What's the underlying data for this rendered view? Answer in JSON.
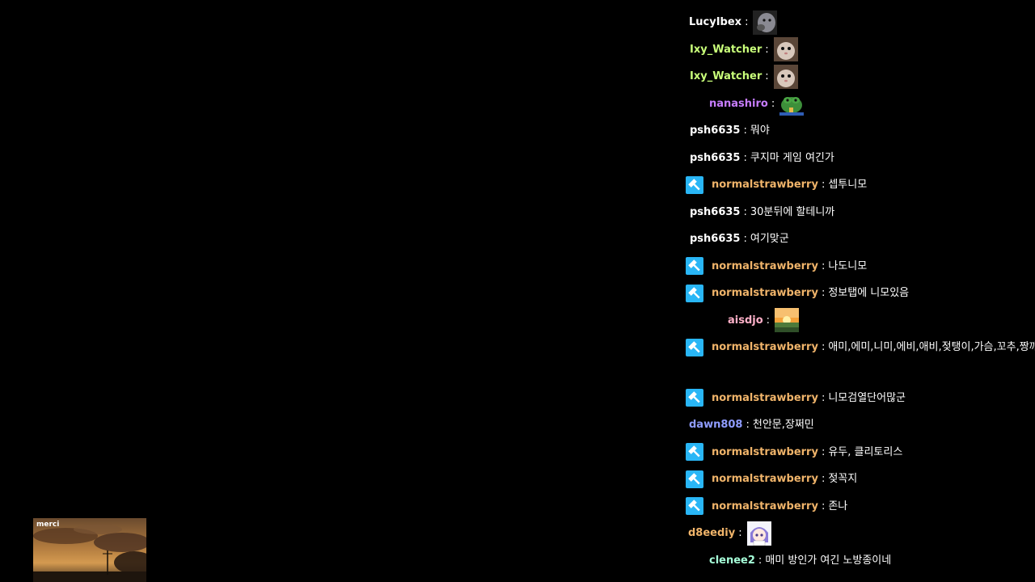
{
  "colors": {
    "background": "#000000",
    "mod_name": "#f0b46a",
    "mod_badge": "#29b6f6"
  },
  "chat": {
    "separator": ":",
    "messages": [
      {
        "user": "LucyIbex",
        "color": "#ffffff",
        "indent": 6,
        "badge": false,
        "text": "",
        "emote": "otter-emote"
      },
      {
        "user": "Ixy_Watcher",
        "color": "#c9ff7a",
        "indent": 7,
        "badge": false,
        "text": "",
        "emote": "hamster-emote"
      },
      {
        "user": "Ixy_Watcher",
        "color": "#c9ff7a",
        "indent": 7,
        "badge": false,
        "text": "",
        "emote": "hamster-emote"
      },
      {
        "user": "nanashiro",
        "color": "#c77dff",
        "indent": 31,
        "badge": false,
        "text": "",
        "emote": "frog-emote"
      },
      {
        "user": "psh6635",
        "color": "#ffffff",
        "indent": 7,
        "badge": false,
        "text": "뭐야"
      },
      {
        "user": "psh6635",
        "color": "#ffffff",
        "indent": 7,
        "badge": false,
        "text": "쿠지마 게임 여긴가"
      },
      {
        "user": "normalstrawberry",
        "color": "#f0b46a",
        "indent": 0,
        "badge": true,
        "text": "셉투니모"
      },
      {
        "user": "psh6635",
        "color": "#ffffff",
        "indent": 7,
        "badge": false,
        "text": "30분뒤에 할테니까"
      },
      {
        "user": "psh6635",
        "color": "#ffffff",
        "indent": 7,
        "badge": false,
        "text": "여기맞군"
      },
      {
        "user": "normalstrawberry",
        "color": "#f0b46a",
        "indent": 0,
        "badge": true,
        "text": "나도니모"
      },
      {
        "user": "normalstrawberry",
        "color": "#f0b46a",
        "indent": 0,
        "badge": true,
        "text": "정보탭에 니모있음"
      },
      {
        "user": "aisdjo",
        "color": "#ffb0c8",
        "indent": 54,
        "badge": false,
        "text": "",
        "emote": "sunset-emote"
      },
      {
        "user": "normalstrawberry",
        "color": "#f0b46a",
        "indent": 0,
        "badge": true,
        "text": "애미,에미,니미,에비,애비,젖탱이,가슴,꼬추,짱깨",
        "gapAfter": true
      },
      {
        "user": "normalstrawberry",
        "color": "#f0b46a",
        "indent": 0,
        "badge": true,
        "text": "니모검열단어많군"
      },
      {
        "user": "dawn808",
        "color": "#8f9cff",
        "indent": 6,
        "badge": false,
        "text": "천안문,장쩌민"
      },
      {
        "user": "normalstrawberry",
        "color": "#f0b46a",
        "indent": 0,
        "badge": true,
        "text": "유두, 클리토리스"
      },
      {
        "user": "normalstrawberry",
        "color": "#f0b46a",
        "indent": 0,
        "badge": true,
        "text": "젖꼭지"
      },
      {
        "user": "normalstrawberry",
        "color": "#f0b46a",
        "indent": 0,
        "badge": true,
        "text": "존나"
      },
      {
        "user": "d8eediy",
        "color": "#f0b46a",
        "indent": 5,
        "badge": false,
        "text": "",
        "emote": "anime-girl-emote"
      },
      {
        "user": "clenee2",
        "color": "#a6ffd9",
        "indent": 31,
        "badge": false,
        "text": "매미 방인가 여긴 노방종이네"
      }
    ]
  },
  "thumbnail": {
    "logo_text": "merci"
  }
}
